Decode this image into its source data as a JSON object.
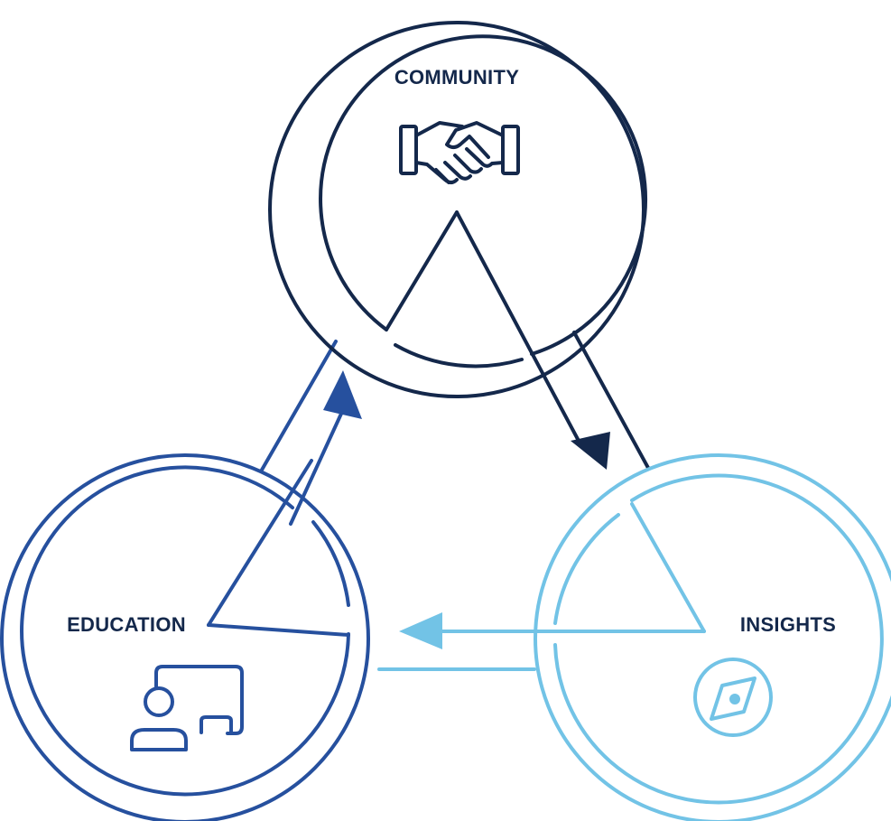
{
  "colors": {
    "community": "#14284b",
    "education": "#26509e",
    "insights": "#72c3e6",
    "background": "#ffffff"
  },
  "nodes": {
    "community": {
      "label": "COMMUNITY",
      "icon": "handshake-icon"
    },
    "education": {
      "label": "EDUCATION",
      "icon": "presentation-icon"
    },
    "insights": {
      "label": "INSIGHTS",
      "icon": "compass-icon"
    }
  }
}
